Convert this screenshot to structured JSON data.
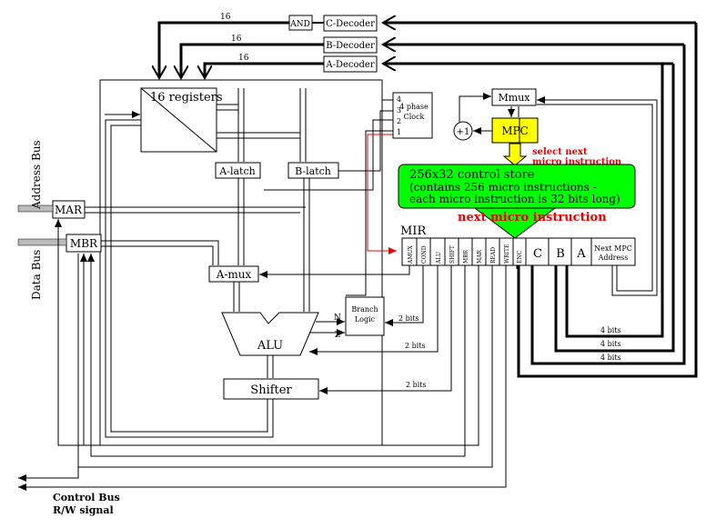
{
  "decoders": {
    "and_gate": "AND",
    "c": "C-Decoder",
    "b": "B-Decoder",
    "a": "A-Decoder",
    "bus_width": "16"
  },
  "registers": "16 registers",
  "clock": {
    "title_1": "4 phase",
    "title_2": "Clock",
    "p4": "4",
    "p3": "3",
    "p2": "2",
    "p1": "1"
  },
  "mmux": "Mmux",
  "mpc": "MPC",
  "plus_one": "+1",
  "select_next_1": "select next",
  "select_next_2": "micro instruction",
  "control_store": {
    "line1": "256x32 control store",
    "line2": "(contains 256 micro instructions -",
    "line3": "each micro instruction is 32 bits long)"
  },
  "next_micro": "next micro instruction",
  "a_latch": "A-latch",
  "b_latch": "B-latch",
  "mar": "MAR",
  "mbr": "MBR",
  "address_bus": "Address Bus",
  "data_bus": "Data Bus",
  "mir": {
    "label": "MIR",
    "fields": [
      "AMUX",
      "COND",
      "ALU",
      "SHIFT",
      "MBR",
      "MAR",
      "READ",
      "WRITE",
      "ENC"
    ],
    "c": "C",
    "b": "B",
    "a": "A",
    "next_1": "Next MPC",
    "next_2": "Address"
  },
  "amux": "A-mux",
  "alu": "ALU",
  "branch": {
    "l1": "Branch",
    "l2": "Logic",
    "n": "N",
    "z": "Z"
  },
  "shifter": "Shifter",
  "bits": {
    "two": "2 bits",
    "four": "4 bits"
  },
  "control_bus": "Control Bus",
  "rw_signal": "R/W signal",
  "colors": {
    "mpc": "#ffff00",
    "control_store": "#00ff00",
    "annotation": "#ff0000"
  }
}
